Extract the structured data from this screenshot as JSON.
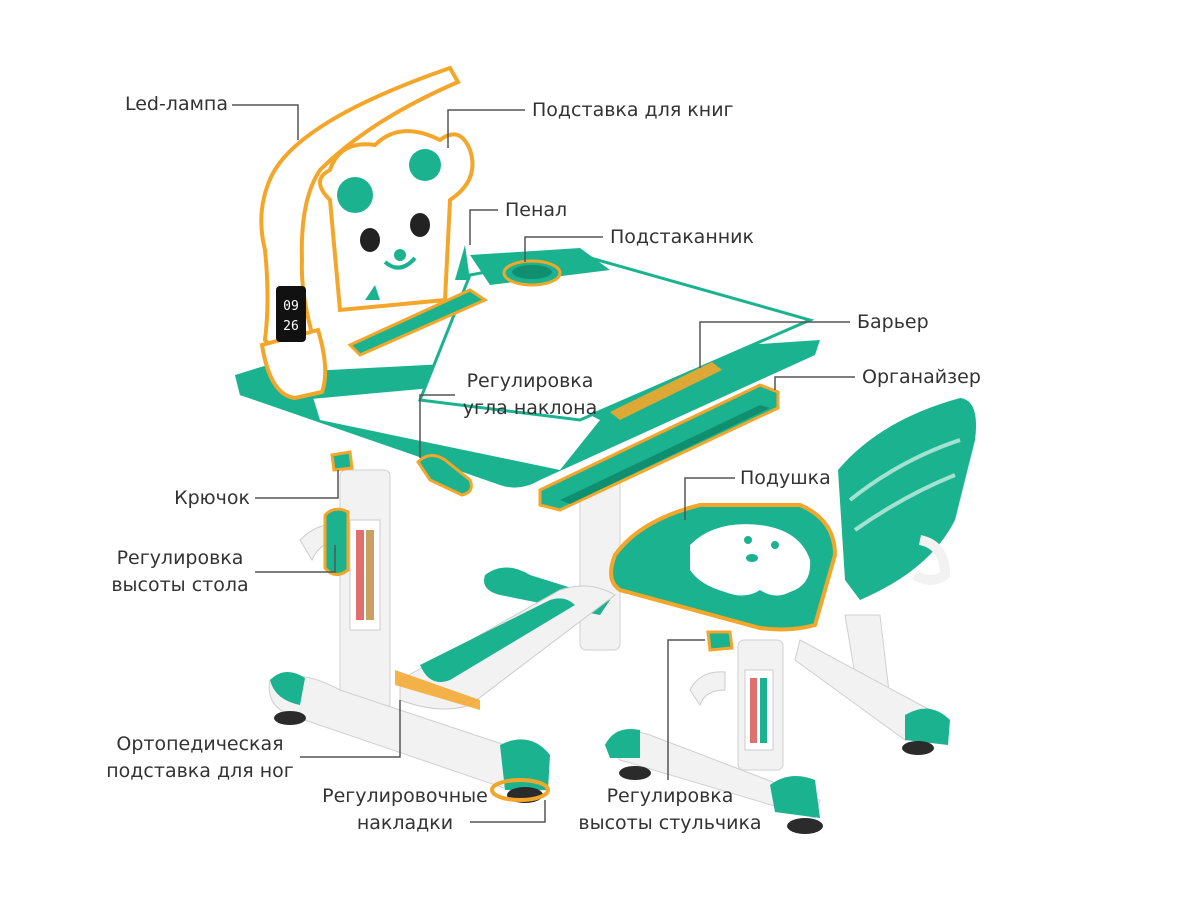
{
  "colors": {
    "teal": "#1bb38f",
    "teal_dark": "#0f8f70",
    "highlight": "#f4a62a",
    "leader": "#555555",
    "text": "#333333",
    "white_part": "#f2f2f2",
    "foot_dark": "#2b2b2b"
  },
  "labels": {
    "led_lamp": "Led-лампа",
    "book_stand": "Подставка для книг",
    "pencil_case": "Пенал",
    "cup_holder": "Подстаканник",
    "barrier": "Барьер",
    "organizer": "Органайзер",
    "tilt_line1": "Регулировка",
    "tilt_line2": "угла наклона",
    "hook": "Крючок",
    "cushion": "Подушка",
    "table_height_line1": "Регулировка",
    "table_height_line2": "высоты стола",
    "footrest_line1": "Ортопедическая",
    "footrest_line2": "подставка для ног",
    "pads_line1": "Регулировочные",
    "pads_line2": "накладки",
    "chair_height_line1": "Регулировка",
    "chair_height_line2": "высоты стульчика"
  },
  "lamp_display": {
    "time_hours": "09",
    "time_minutes": "26"
  },
  "icons": {
    "bear": "bear-face-icon",
    "cushion_face": "bear-face-icon"
  }
}
